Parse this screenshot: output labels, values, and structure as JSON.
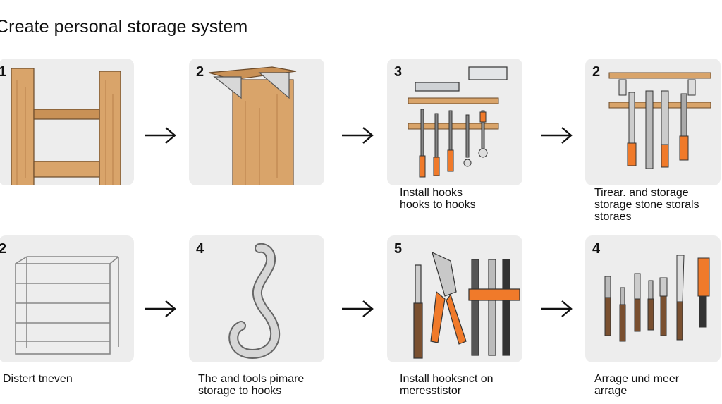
{
  "title": "Create personal storage system",
  "row1": [
    {
      "num": "1",
      "caption": []
    },
    {
      "num": "2",
      "caption": []
    },
    {
      "num": "3",
      "caption": [
        "Install hooks",
        "hooks to hooks"
      ]
    },
    {
      "num": "2",
      "caption": [
        "Tirear. and storage",
        "storage stone storals",
        "storaes"
      ]
    }
  ],
  "row2": [
    {
      "num": "2",
      "caption": [
        "Distert tneven"
      ]
    },
    {
      "num": "4",
      "caption": [
        "The and tools pimare",
        "storage to hooks"
      ]
    },
    {
      "num": "5",
      "caption": [
        "Install hooksnct on",
        "meresstistor"
      ]
    },
    {
      "num": "4",
      "caption": [
        "Arrage und meer",
        "arrage"
      ]
    }
  ],
  "icons": {
    "arrow": "right-arrow-icon",
    "accent_orange": "#f07a2a",
    "wood": "#d9a46a",
    "wood_dark": "#b9814a",
    "metal": "#b9bcc0"
  }
}
